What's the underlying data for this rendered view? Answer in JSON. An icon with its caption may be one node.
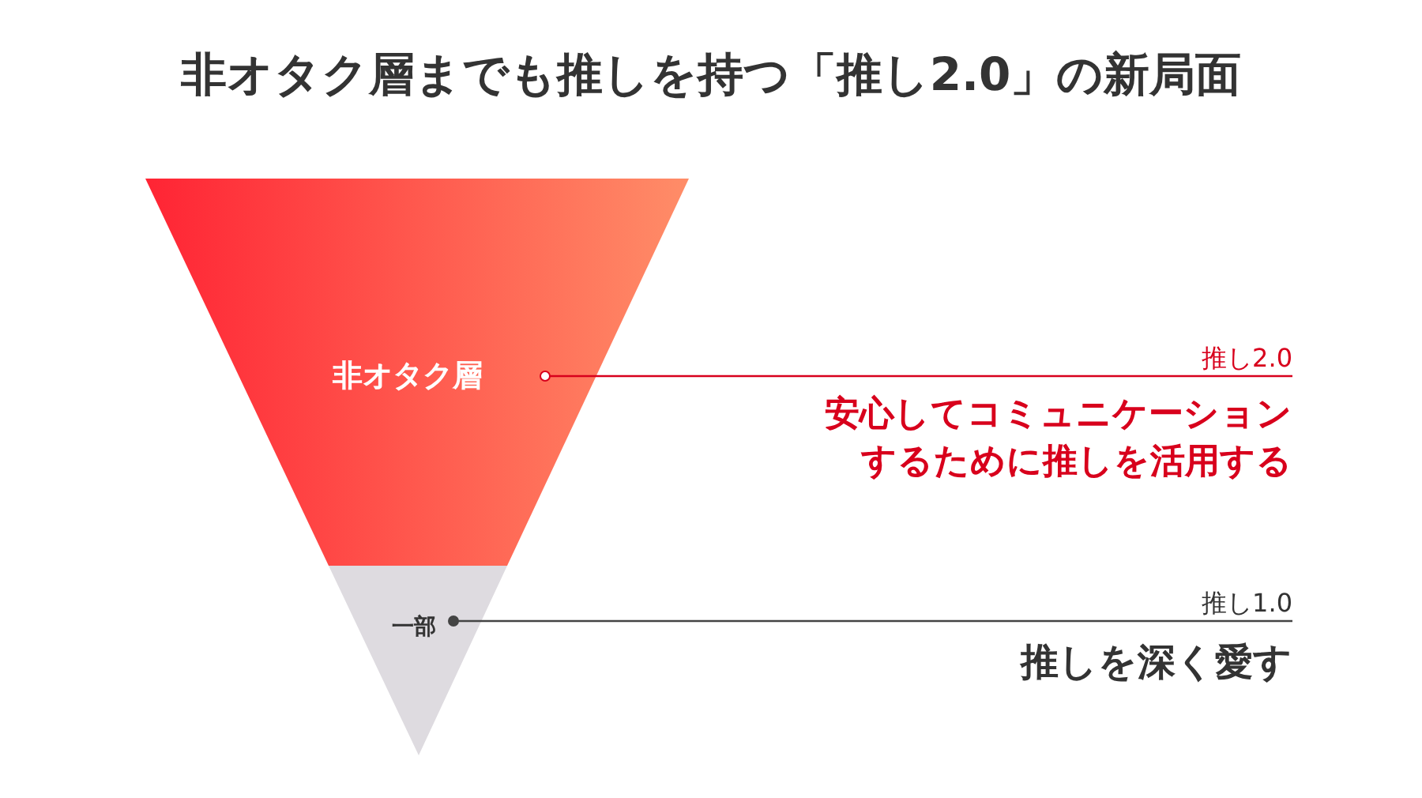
{
  "diagram": {
    "title": "非オタク層までも推しを持つ「推し2.0」の新局面",
    "nodes": [
      {
        "text": [
          "非オタク層"
        ]
      },
      {
        "text": [
          "推し2.0",
          "安心してコミュニケーションするために推しを活用する"
        ]
      },
      {
        "text": [
          "一部"
        ]
      },
      {
        "text": [
          "推し1.0",
          "推しを深く愛す"
        ]
      }
    ],
    "edges": [
      {
        "from": 1,
        "to": 0,
        "arrow": "other",
        "color": "#d8001c"
      },
      {
        "from": 3,
        "to": 2,
        "arrow": "other",
        "color": "#444444"
      }
    ]
  }
}
